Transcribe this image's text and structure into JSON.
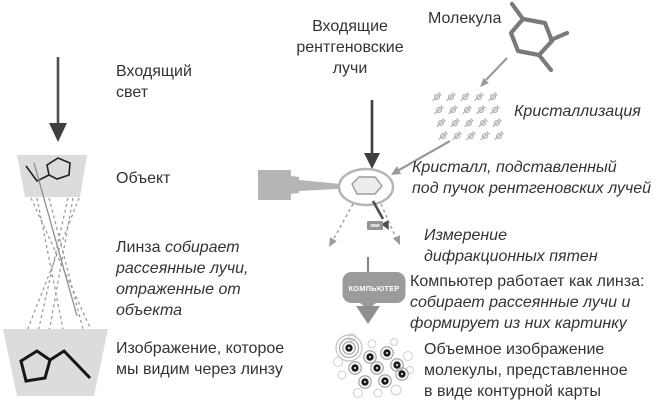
{
  "left_panel": {
    "incoming_light": "Входящий\nсвет",
    "object_label": "Объект",
    "lens_regular": "Линза ",
    "lens_italic": "собирает рассеянные лучи, отраженные от объекта",
    "image_caption": "Изображение, которое\nмы видим через линзу"
  },
  "right_panel": {
    "incoming_xrays": "Входящие\nрентгеновские\nлучи",
    "molecule_label": "Молекула",
    "crystallization_label": "Кристаллизация",
    "crystal_caption": "Кристалл, подставленный\nпод пучок рентгеновских лучей",
    "diffraction_caption": "Измерение\nдифракционных пятен",
    "computer_badge": "КОМПЬЮТЕР",
    "computer_regular": "Компьютер работает как линза: ",
    "computer_italic": "собирает рассеянные лучи и формирует из них картинку",
    "result_caption": "Объемное изображение\nмолекулы, представленное\nв виде контурной карты"
  },
  "colors": {
    "text": "#333333",
    "dark_arrow": "#454545",
    "gray_arrow": "#9a9a9a",
    "shape_fill": "#dcdcdc",
    "device_gray": "#b5b5b5",
    "badge_gray": "#9b9b9b"
  }
}
